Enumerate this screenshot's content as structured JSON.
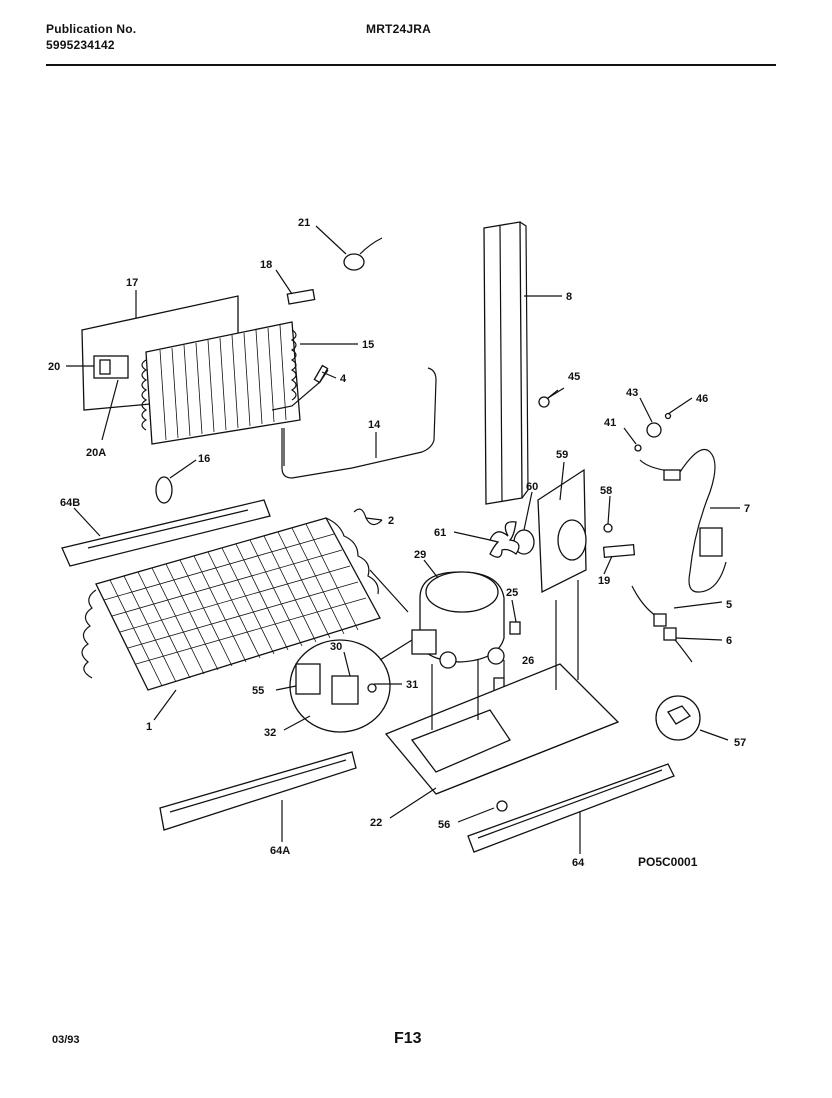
{
  "header": {
    "publication_label": "Publication No.",
    "publication_number": "5995234142",
    "model": "MRT24JRA"
  },
  "diagram": {
    "drawing_code": "PO5C0001",
    "callouts": [
      "21",
      "18",
      "17",
      "15",
      "20",
      "4",
      "20A",
      "14",
      "16",
      "8",
      "45",
      "43",
      "46",
      "41",
      "59",
      "7",
      "58",
      "60",
      "61",
      "2",
      "64B",
      "29",
      "25",
      "19",
      "5",
      "6",
      "30",
      "55",
      "31",
      "26",
      "1",
      "32",
      "57",
      "22",
      "56",
      "64A",
      "64"
    ]
  },
  "footer": {
    "date": "03/93",
    "page": "F13"
  }
}
